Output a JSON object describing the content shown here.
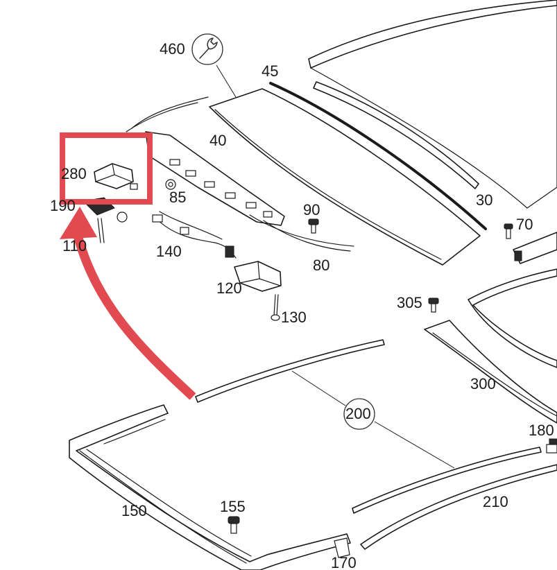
{
  "callouts": [
    {
      "id": "460",
      "label": "460"
    },
    {
      "id": "45",
      "label": "45"
    },
    {
      "id": "40",
      "label": "40"
    },
    {
      "id": "30",
      "label": "30"
    },
    {
      "id": "280",
      "label": "280"
    },
    {
      "id": "85",
      "label": "85"
    },
    {
      "id": "190",
      "label": "190"
    },
    {
      "id": "110",
      "label": "110"
    },
    {
      "id": "90",
      "label": "90"
    },
    {
      "id": "70",
      "label": "70"
    },
    {
      "id": "140",
      "label": "140"
    },
    {
      "id": "80",
      "label": "80"
    },
    {
      "id": "120",
      "label": "120"
    },
    {
      "id": "130",
      "label": "130"
    },
    {
      "id": "305",
      "label": "305"
    },
    {
      "id": "300",
      "label": "300"
    },
    {
      "id": "200",
      "label": "200"
    },
    {
      "id": "180",
      "label": "180"
    },
    {
      "id": "150",
      "label": "150"
    },
    {
      "id": "155",
      "label": "155"
    },
    {
      "id": "210",
      "label": "210"
    },
    {
      "id": "170",
      "label": "170"
    }
  ],
  "highlight": {
    "color": "#e04a50",
    "target_part": "280"
  },
  "arrow": {
    "color": "#e04a50"
  },
  "icons": {
    "service": "wrench-icon"
  }
}
